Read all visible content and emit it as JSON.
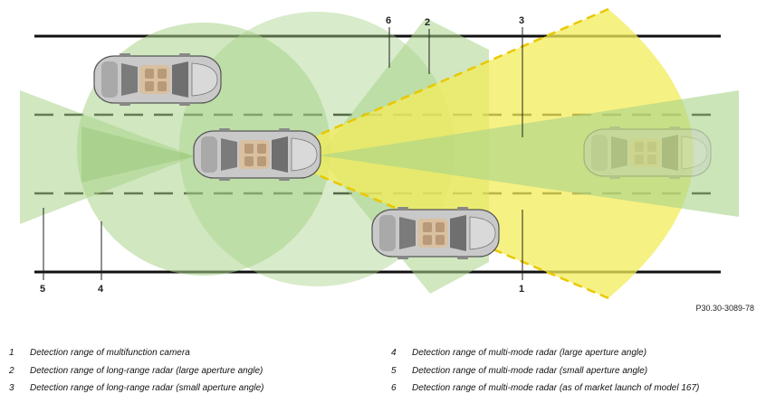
{
  "callouts": {
    "c1": "1",
    "c2": "2",
    "c3": "3",
    "c4": "4",
    "c5": "5",
    "c6": "6"
  },
  "reference_code": "P30.30-3089-78",
  "legend": [
    {
      "num": "1",
      "text": "Detection range of multifunction camera"
    },
    {
      "num": "2",
      "text": "Detection range of long-range radar (large aperture angle)"
    },
    {
      "num": "3",
      "text": "Detection range of long-range radar (small aperture angle)"
    },
    {
      "num": "4",
      "text": "Detection range of multi-mode radar (large aperture angle)"
    },
    {
      "num": "5",
      "text": "Detection range of multi-mode radar (small aperture angle)"
    },
    {
      "num": "6",
      "text": "Detection range of multi-mode radar (as of market launch of model 167)"
    }
  ],
  "colors": {
    "green_zone": "#a9d38a",
    "yellow_zone": "#f3ec5a",
    "camera_outline": "#e9c800",
    "road_line": "#111111",
    "car_body": "#c5c5c5"
  }
}
